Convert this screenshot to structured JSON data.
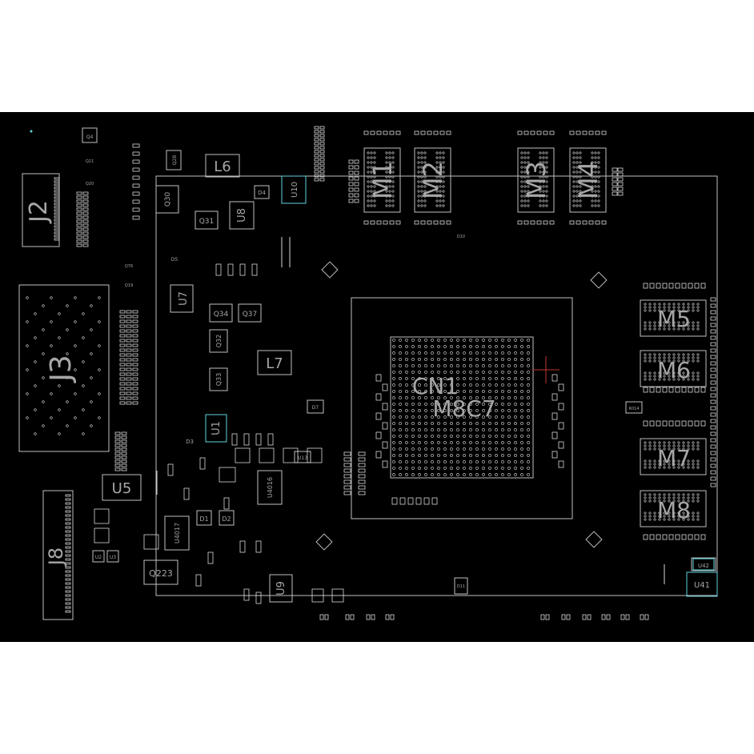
{
  "viewer": {
    "background_color": "#ffffff",
    "board_background": "#000000",
    "outline_color": "#bfbfbf",
    "pad_color": "#d9d9d9",
    "highlight_color": "#5fd3e0",
    "cursor_color": "#c0392b"
  },
  "labels": {
    "cn1": "CN1",
    "cn1_part": "M8C7",
    "l6": "L6",
    "l7": "L7",
    "j2": "J2",
    "j3": "J3",
    "j8": "J8",
    "m1": "M1",
    "m2": "M2",
    "m3": "M3",
    "m4": "M4",
    "m5": "M5",
    "m6": "M6",
    "m7": "M7",
    "m8": "M8",
    "u5": "U5",
    "u7": "U7",
    "u8": "U8",
    "u1": "U1",
    "u9": "U9",
    "u10": "U10",
    "u41": "U41",
    "u42": "U42",
    "u4016": "U4016",
    "u4017": "U4017",
    "q223": "Q223",
    "q30": "Q30",
    "q31": "Q31",
    "q34": "Q34",
    "q37": "Q37",
    "q32": "Q32",
    "q33": "Q33",
    "q28": "Q28",
    "q4": "Q4",
    "d1": "D1",
    "d2": "D2",
    "d4": "D4",
    "d3": "D3",
    "d5": "D5",
    "d7": "D7",
    "d10": "D10",
    "d11": "D11",
    "u2": "U2",
    "u3": "U3",
    "u13": "U13",
    "q76": "Q76",
    "q19": "Q19",
    "q20": "Q20",
    "q21": "Q21",
    "r014": "R014"
  }
}
